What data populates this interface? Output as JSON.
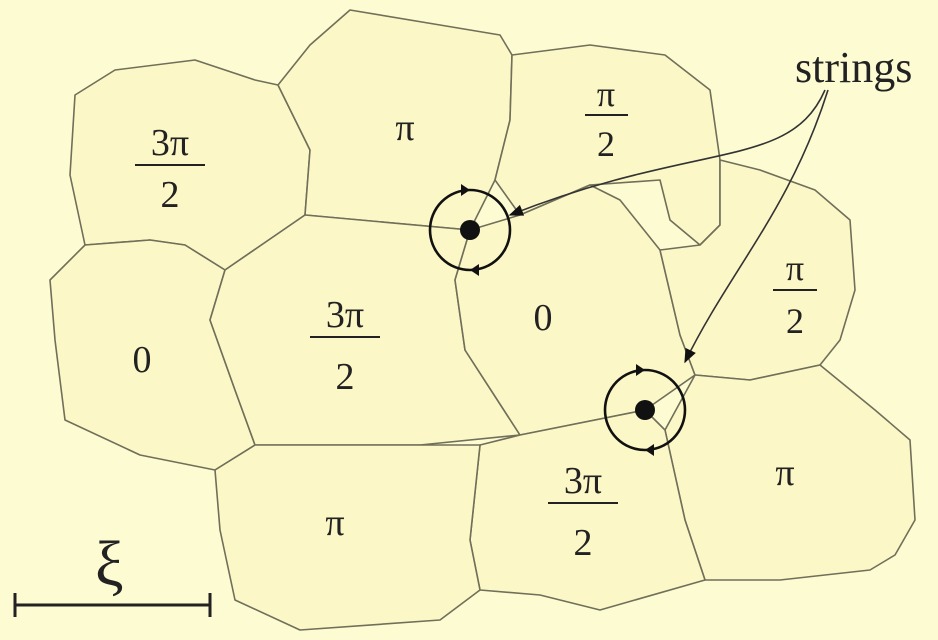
{
  "diagram": {
    "annotation": "strings",
    "scale_symbol": "ξ",
    "regions": [
      {
        "id": "r1",
        "label": "3π/2"
      },
      {
        "id": "r2",
        "label": "π"
      },
      {
        "id": "r3",
        "label": "π/2"
      },
      {
        "id": "r4",
        "label": "0"
      },
      {
        "id": "r5",
        "label": "3π/2"
      },
      {
        "id": "r6",
        "label": "0"
      },
      {
        "id": "r7",
        "label": "π/2"
      },
      {
        "id": "r8",
        "label": "π"
      },
      {
        "id": "r9",
        "label": "3π/2"
      },
      {
        "id": "r10",
        "label": "π"
      }
    ],
    "fraction_parts": {
      "r1": {
        "num": "3π",
        "den": "2"
      },
      "r3": {
        "num": "π",
        "den": "2"
      },
      "r5": {
        "num": "3π",
        "den": "2"
      },
      "r7": {
        "num": "π",
        "den": "2"
      },
      "r9": {
        "num": "3π",
        "den": "2"
      }
    }
  }
}
